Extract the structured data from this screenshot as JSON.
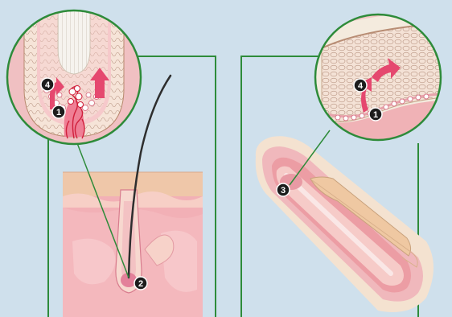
{
  "palette": {
    "background": "#cfe0ec",
    "frame_green": "#2e8b3a",
    "skin_light": "#f6d3c6",
    "skin_pink": "#f2aab0",
    "skin_deep": "#e2768c",
    "tan": "#e9c7a6",
    "cream": "#f3e6d2",
    "hair": "#2e2e2e",
    "arrow": "#e5486f",
    "badge": "#1c1c1c"
  },
  "markers": {
    "hair_follicle_zoom": [
      "4",
      "1"
    ],
    "hair_follicle": "2",
    "nail_matrix": "3",
    "nail_matrix_zoom": [
      "4",
      "1"
    ]
  }
}
